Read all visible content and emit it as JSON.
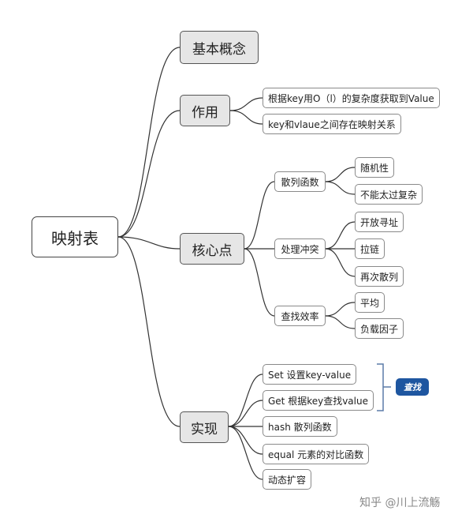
{
  "root": "映射表",
  "branches": {
    "concept": "基本概念",
    "purpose": "作用",
    "core": "核心点",
    "impl": "实现"
  },
  "purpose_items": [
    "根据key用O（l）的复杂度获取到Value",
    "key和vlaue之间存在映射关系"
  ],
  "core_items": {
    "hash": {
      "label": "散列函数",
      "children": [
        "随机性",
        "不能太过复杂"
      ]
    },
    "conflict": {
      "label": "处理冲突",
      "children": [
        "开放寻址",
        "拉链",
        "再次散列"
      ]
    },
    "efficiency": {
      "label": "查找效率",
      "children": [
        "平均",
        "负载因子"
      ]
    }
  },
  "impl_items": [
    "Set 设置key-value",
    "Get 根据key查找value",
    "hash 散列函数",
    "equal 元素的对比函数",
    "动态扩容"
  ],
  "badge": "查找",
  "watermark": "知乎 @川上流觞",
  "colors": {
    "line": "#333333",
    "bracket": "#5b7ba8",
    "badge": "#1e56a0",
    "main_fill": "#e6e6e6"
  }
}
